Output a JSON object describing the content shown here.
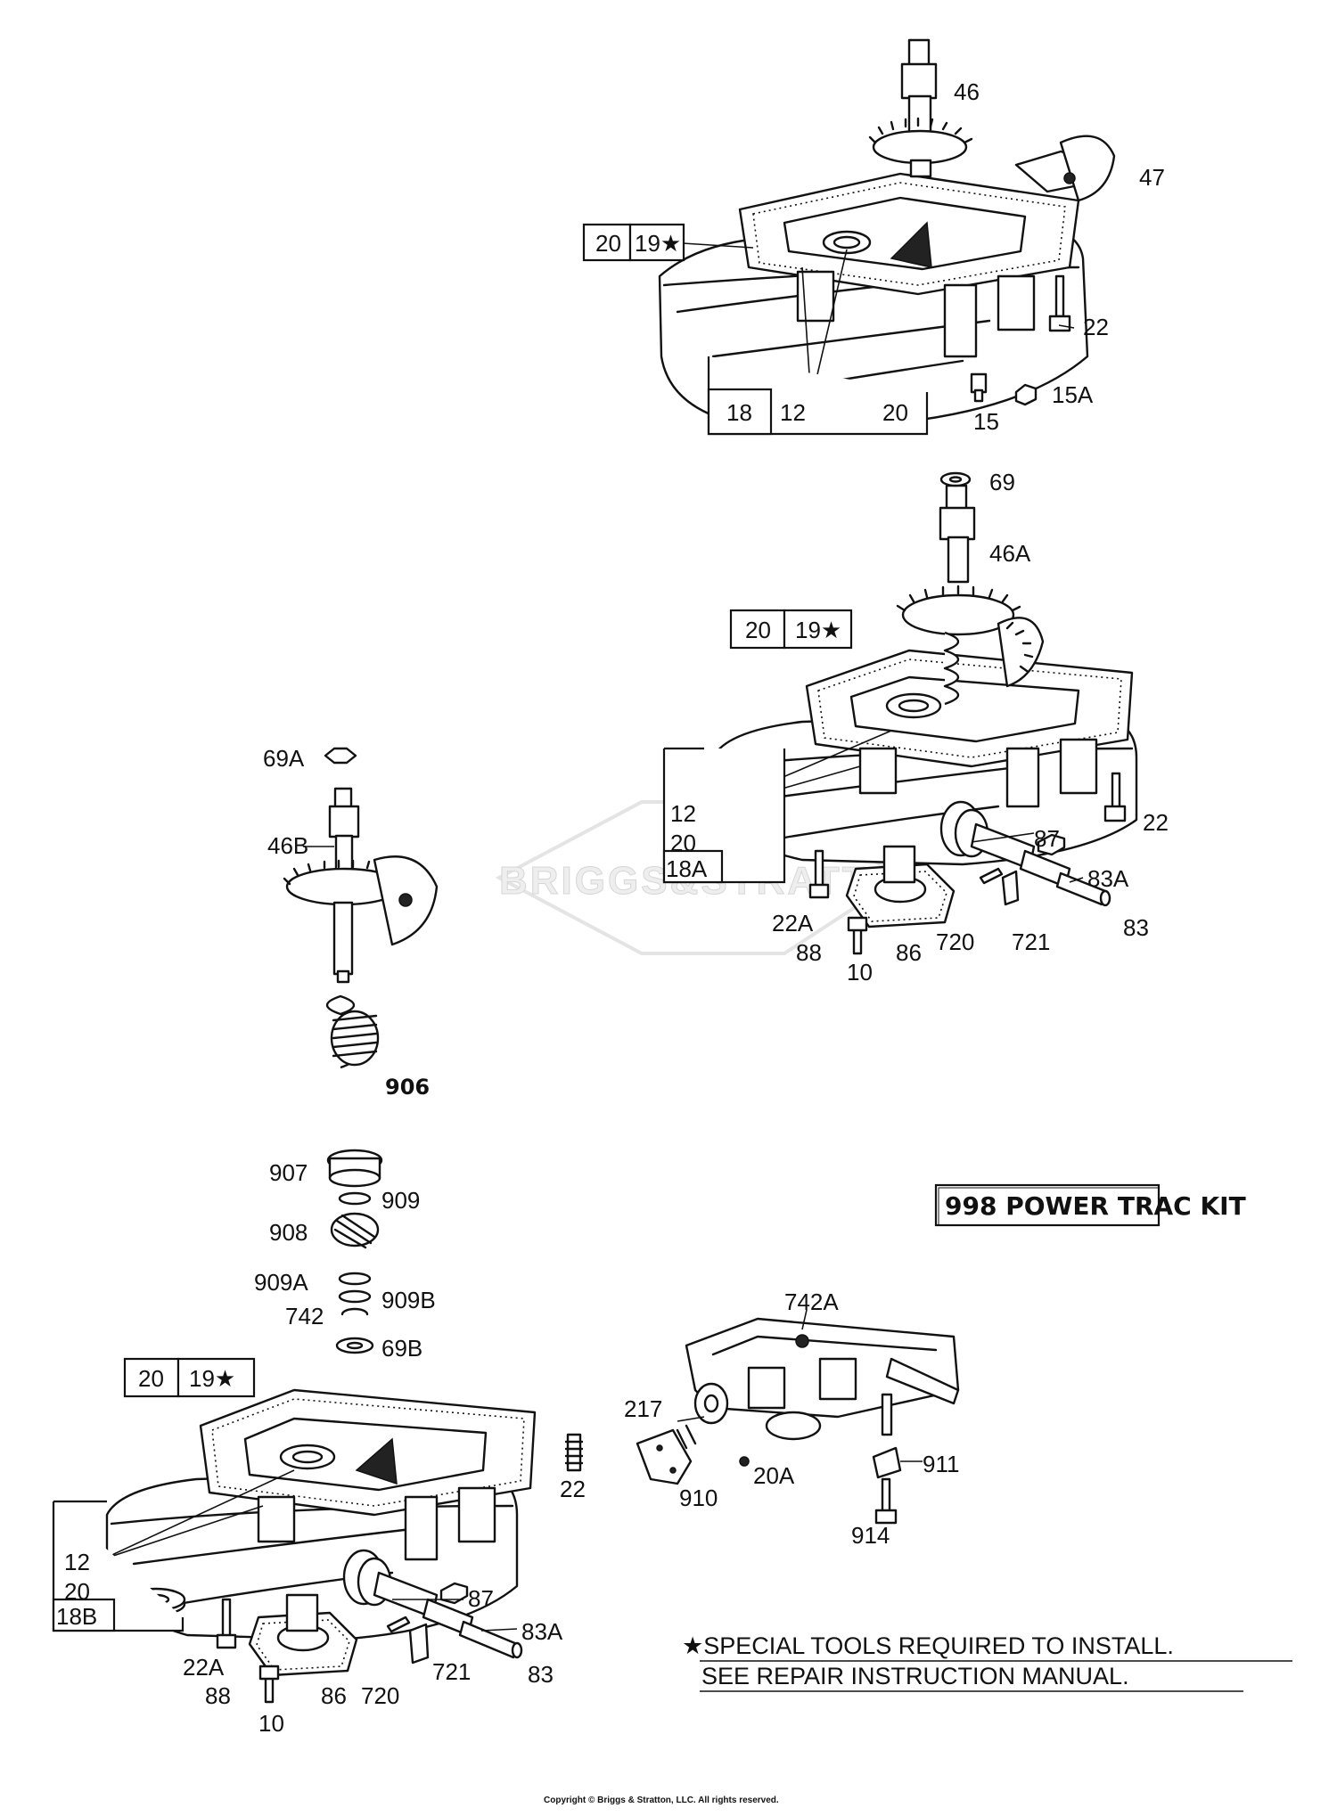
{
  "watermark": "BRIGGS&STRATTON",
  "kit_label": "998 POWER TRAC KIT",
  "note": {
    "line1": "★SPECIAL TOOLS REQUIRED TO INSTALL.",
    "line2": "SEE REPAIR INSTRUCTION MANUAL."
  },
  "copyright": "Copyright © Briggs & Stratton, LLC. All rights reserved.",
  "sections": {
    "top": {
      "labels": {
        "p46": "46",
        "p47": "47",
        "p22": "22",
        "p15": "15",
        "p15a": "15A",
        "p12": "12",
        "p20": "20"
      },
      "box_a": [
        "20",
        "19★"
      ],
      "box_b": "18"
    },
    "middle": {
      "labels": {
        "p69": "69",
        "p46a": "46A",
        "p22": "22",
        "p87": "87",
        "p83a": "83A",
        "p83": "83",
        "p721": "721",
        "p720": "720",
        "p86": "86",
        "p10": "10",
        "p88": "88",
        "p22a": "22A",
        "p12": "12",
        "p20": "20"
      },
      "box_a": [
        "20",
        "19★"
      ],
      "box_b": "18A"
    },
    "left": {
      "labels": {
        "p69a": "69A",
        "p46b": "46B"
      }
    },
    "power_trac": {
      "labels": {
        "p906": "906",
        "p907": "907",
        "p909": "909",
        "p908": "908",
        "p909a": "909A",
        "p909b": "909B",
        "p742": "742",
        "p69b": "69B"
      }
    },
    "bottom": {
      "labels": {
        "p22": "22",
        "p12": "12",
        "p20": "20",
        "p87": "87",
        "p83a": "83A",
        "p83": "83",
        "p22a": "22A",
        "p88": "88",
        "p86": "86",
        "p720": "720",
        "p721": "721",
        "p10": "10"
      },
      "box_a": [
        "20",
        "19★"
      ],
      "box_b": "18B"
    },
    "bracket": {
      "labels": {
        "p742a": "742A",
        "p217": "217",
        "p910": "910",
        "p20a": "20A",
        "p911": "911",
        "p914": "914"
      }
    }
  }
}
